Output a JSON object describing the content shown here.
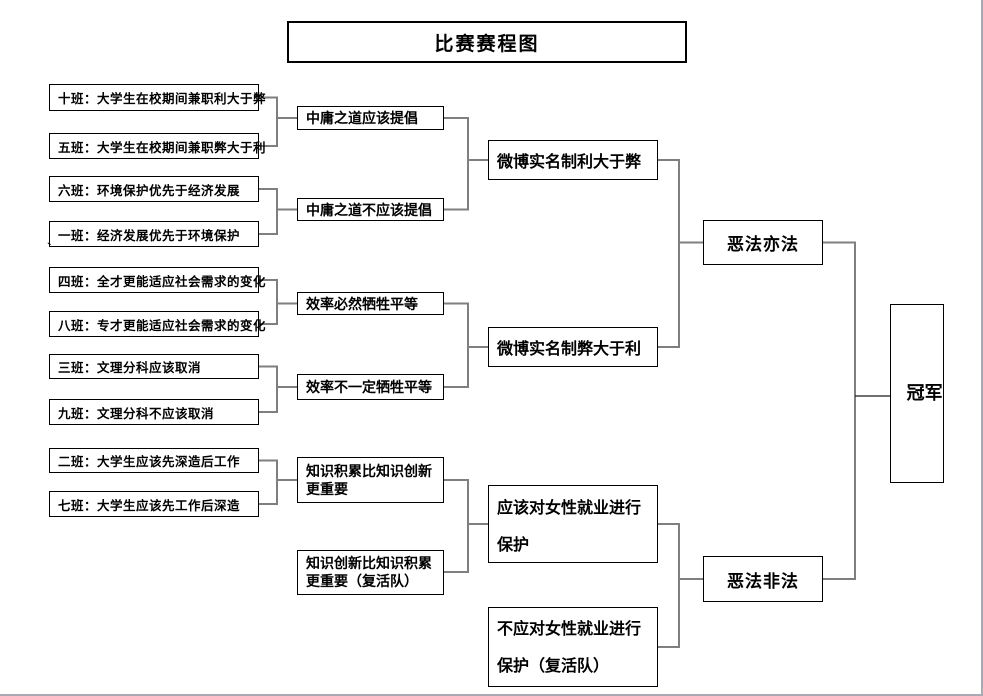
{
  "diagram": {
    "title": "比赛赛程图",
    "round1": [
      "十班：大学生在校期间兼职利大于弊",
      "五班：大学生在校期间兼职弊大于利",
      "六班：环境保护优先于经济发展",
      "一班：经济发展优先于环境保护",
      "四班：全才更能适应社会需求的变化",
      "八班：专才更能适应社会需求的变化",
      "三班：文理分科应该取消",
      "九班：文理分科不应该取消",
      "二班：大学生应该先深造后工作",
      "七班：大学生应该先工作后深造"
    ],
    "round2": [
      "中庸之道应该提倡",
      "中庸之道不应该提倡",
      "效率必然牺牲平等",
      "效率不一定牺牲平等",
      "知识积累比知识创新更重要",
      "知识创新比知识积累更重要（复活队）"
    ],
    "round3": [
      "微博实名制利大于弊",
      "微博实名制弊大于利",
      "应该对女性就业进行保护",
      "不应对女性就业进行保护（复活队）"
    ],
    "final": [
      "恶法亦法",
      "恶法非法"
    ],
    "champion": "冠军",
    "stray_mark": "`",
    "colors": {
      "box_border": "#000000",
      "connector": "#7f7f7f",
      "page_border": "#a8a9b2",
      "background": "#ffffff"
    }
  }
}
